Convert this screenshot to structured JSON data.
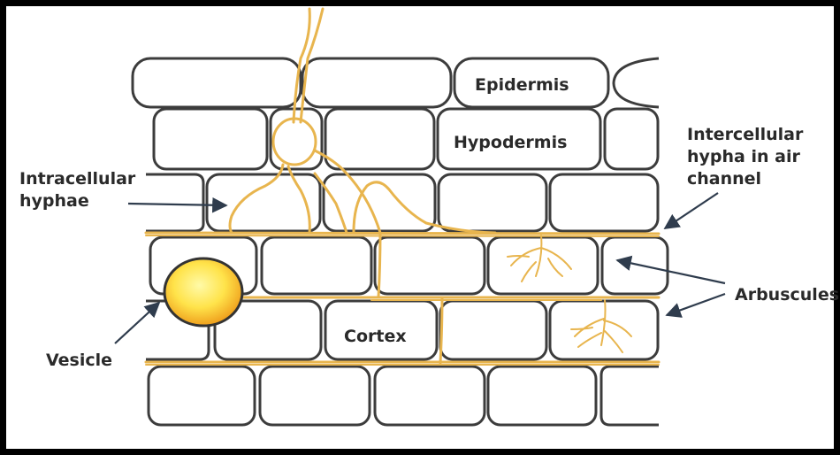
{
  "diagram": {
    "cell_labels": {
      "epidermis": "Epidermis",
      "hypodermis": "Hypodermis",
      "cortex": "Cortex"
    },
    "callouts": {
      "intracellular_hyphae": [
        "Intracellular",
        "hyphae"
      ],
      "intercellular_hypha": [
        "Intercellular",
        "hypha in air",
        "channel"
      ],
      "arbuscules": "Arbuscules",
      "vesicle": "Vesicle"
    },
    "colors": {
      "hypha": "#e8b54e",
      "cell_outline": "#3c3c3c",
      "vesicle_core": "#fff27a",
      "vesicle_rim": "#e39a1e",
      "frame": "#000000"
    }
  }
}
